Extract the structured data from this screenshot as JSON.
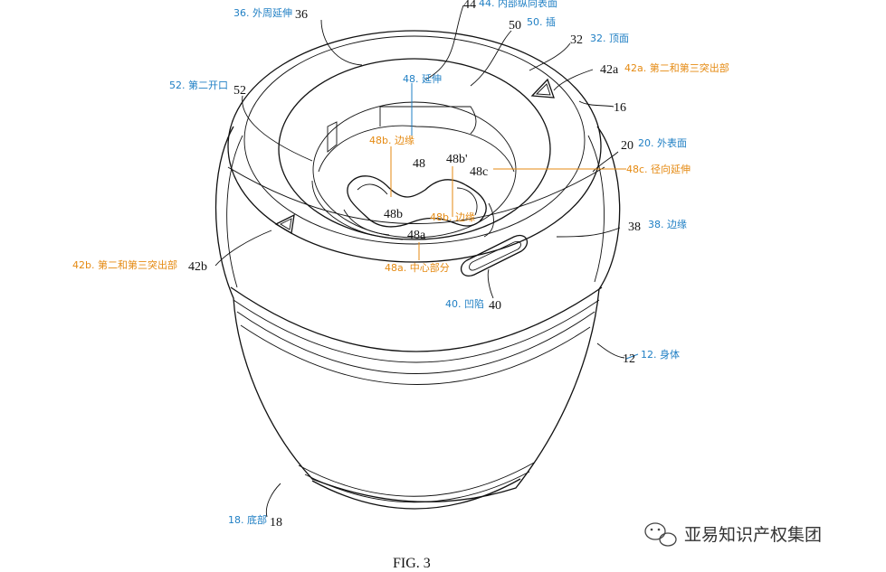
{
  "labels": {
    "n36": "36",
    "l36": "36. 外周延伸",
    "n44": "44",
    "l44": "44. 内部纵向表面",
    "n50": "50",
    "l50": "50. 插",
    "n32": "32",
    "l32": "32. 顶面",
    "n42a": "42a",
    "l42a": "42a. 第二和第三突出部",
    "n52": "52",
    "l52": "52. 第二开口",
    "l48": "48. 延伸",
    "n16": "16",
    "l48b_top": "48b. 边缘",
    "n20": "20",
    "l20": "20. 外表面",
    "n48": "48",
    "n48bp": "48b'",
    "n48c": "48c",
    "l48c": "48c. 径向延伸",
    "n48b": "48b",
    "l48b_mid": "48b. 边缘",
    "n38": "38",
    "l38": "38. 边缘",
    "n48a": "48a",
    "n42b": "42b",
    "l42b": "42b. 第二和第三突出部",
    "l48a": "48a. 中心部分",
    "l40": "40. 凹陷",
    "n40": "40",
    "n12": "12",
    "l12": "12. 身体",
    "l18": "18. 底部",
    "n18": "18"
  },
  "caption": "FIG. 3",
  "watermark": "亚易知识产权集团",
  "colors": {
    "blue": "#1f7fc4",
    "orange": "#e58a12",
    "line": "#111111"
  }
}
